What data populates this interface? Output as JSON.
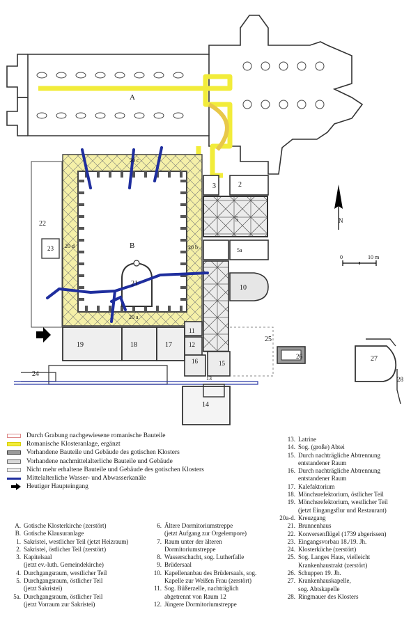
{
  "plan": {
    "labels": {
      "A": "A",
      "B": "B",
      "n2": "2",
      "n3": "3",
      "n5a": "5a",
      "n5": "5",
      "n10": "10",
      "n11": "11",
      "n12": "12",
      "n13": "13",
      "n14": "14",
      "n15": "15",
      "n16": "16",
      "n17": "17",
      "n18": "18",
      "n19": "19",
      "n20a": "20 a",
      "n20b": "20 b",
      "n20c": "20 c",
      "n20d": "20 d",
      "n21": "21",
      "n22": "22",
      "n23": "23",
      "n24": "24",
      "n25": "25",
      "n26": "26",
      "n27": "27",
      "n28": "28"
    },
    "scale": {
      "zero": "0",
      "ten": "10 m"
    },
    "north": "N"
  },
  "legend": [
    {
      "text": "Durch Grabung nachgewiesene romanische Bauteile",
      "color": "#ffffff",
      "border": "#d88"
    },
    {
      "text": "Romanische Klosteranlage, ergänzt",
      "color": "#f2ec3a",
      "border": "#d8cf00"
    },
    {
      "text": "Vorhandene Bauteile und Gebäude des gotischen Klosters",
      "color": "#9a9a9a",
      "border": "#444"
    },
    {
      "text": "Vorhandene nachmittelalterliche Bauteile und Gebäude",
      "color": "#d8d8d8",
      "border": "#666"
    },
    {
      "text": "Nicht mehr erhaltene Bauteile und Gebäude des gotischen Klosters",
      "color": "#f0f0f0",
      "border": "#999"
    },
    {
      "text": "Mittelalterliche Wasser- und Abwasserkanäle",
      "color": "#1f2e9e",
      "border": "#1f2e9e"
    },
    {
      "text": "Heutiger Haupteingang",
      "color": "#000000",
      "border": "#000"
    }
  ],
  "keys_left": [
    {
      "n": "A.",
      "t": "Gotische Klosterkirche (zerstört)"
    },
    {
      "n": "B.",
      "t": "Gotische Klausuranlage"
    },
    {
      "n": "1.",
      "t": "Sakristei, westlicher Teil (jetzt Heizraum)"
    },
    {
      "n": "2.",
      "t": "Sakristei, östlicher Teil (zerstört)"
    },
    {
      "n": "3.",
      "t": "Kapitelsaal"
    },
    {
      "n": "",
      "t": "(jetzt ev.-luth. Gemeindekirche)"
    },
    {
      "n": "4.",
      "t": "Durchgangsraum, westlicher Teil"
    },
    {
      "n": "5.",
      "t": "Durchgangsraum, östlicher Teil"
    },
    {
      "n": "",
      "t": "(jetzt Sakristei)"
    },
    {
      "n": "5a.",
      "t": "Durchgangsraum, östlicher Teil"
    },
    {
      "n": "",
      "t": "(jetzt Vorraum zur Sakristei)"
    }
  ],
  "keys_mid": [
    {
      "n": "6.",
      "t": "Ältere Dormitoriumstreppe"
    },
    {
      "n": "",
      "t": "(jetzt Aufgang zur Orgelempore)"
    },
    {
      "n": "7.",
      "t": "Raum unter der älteren"
    },
    {
      "n": "",
      "t": "Dormitoriumstreppe"
    },
    {
      "n": "8.",
      "t": "Wasserschacht, sog. Lutherfalle"
    },
    {
      "n": "9.",
      "t": "Brüdersaal"
    },
    {
      "n": "10.",
      "t": "Kapellenanbau des Brüdersaals, sog."
    },
    {
      "n": "",
      "t": "Kapelle zur Weißen Frau (zerstört)"
    },
    {
      "n": "11.",
      "t": "Sog. Büßerzelle, nachträglich"
    },
    {
      "n": "",
      "t": "abgetrennt von Raum 12"
    },
    {
      "n": "12.",
      "t": "Jüngere Dormitoriumstreppe"
    }
  ],
  "keys_right": [
    {
      "n": "13.",
      "t": "Latrine"
    },
    {
      "n": "14.",
      "t": "Sog. (große) Abtei"
    },
    {
      "n": "15.",
      "t": "Durch nachträgliche Abtrennung"
    },
    {
      "n": "",
      "t": "entstandener Raum"
    },
    {
      "n": "16.",
      "t": "Durch nachträgliche Abtrennung"
    },
    {
      "n": "",
      "t": "entstandener Raum"
    },
    {
      "n": "17.",
      "t": "Kalefaktorium"
    },
    {
      "n": "18.",
      "t": "Mönchsrefektorium, östlicher Teil"
    },
    {
      "n": "19.",
      "t": "Mönchsrefektorium, westlicher Teil"
    },
    {
      "n": "",
      "t": "(jetzt Eingangsflur und Restaurant)"
    },
    {
      "n": "20a-d.",
      "t": "Kreuzgang"
    },
    {
      "n": "21.",
      "t": "Brunnenhaus"
    },
    {
      "n": "22.",
      "t": "Konversenflügel (1739 abgerissen)"
    },
    {
      "n": "23.",
      "t": "Eingangsvorbau 18./19. Jh."
    },
    {
      "n": "24.",
      "t": "Klosterküche (zerstört)"
    },
    {
      "n": "25.",
      "t": "Sog. Langes Haus, vielleicht"
    },
    {
      "n": "",
      "t": "Krankenhaustrakt (zerstört)"
    },
    {
      "n": "26.",
      "t": "Schuppen 19. Jh."
    },
    {
      "n": "27.",
      "t": "Krankenhauskapelle,"
    },
    {
      "n": "",
      "t": "sog. Abtskapelle"
    },
    {
      "n": "28.",
      "t": "Ringmauer des Klosters"
    }
  ]
}
